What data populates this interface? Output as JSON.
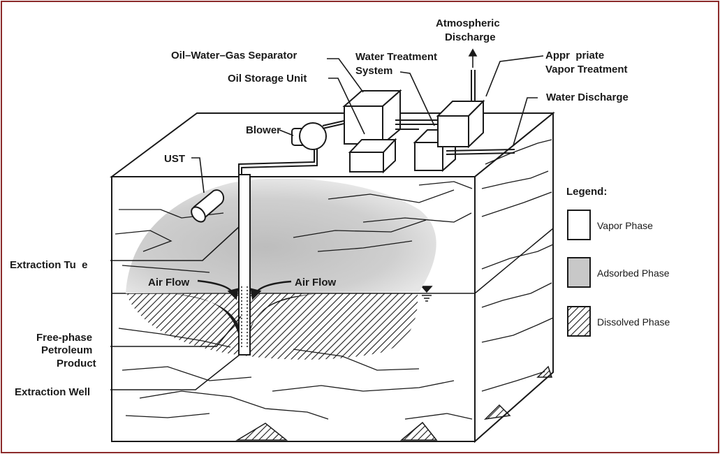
{
  "labels": {
    "atmospheric_1": "Atmospheric",
    "atmospheric_2": "Discharge",
    "separator": "Oil–Water–Gas Separator",
    "water_treatment_1": "Water Treatment",
    "water_treatment_2": "System",
    "vapor_treatment_1": "Appr  priate",
    "vapor_treatment_2": "Vapor Treatment",
    "oil_storage": "Oil Storage Unit",
    "water_discharge": "Water Discharge",
    "blower": "Blower",
    "ust": "UST",
    "extraction_tube": "Extraction Tu  e",
    "air_flow_left": "Air Flow",
    "air_flow_right": "Air Flow",
    "free_phase_1": "Free-phase",
    "free_phase_2": "Petroleum",
    "free_phase_3": "Product",
    "extraction_well": "Extraction Well"
  },
  "legend": {
    "title": "Legend:",
    "items": [
      {
        "label": "Vapor Phase",
        "pattern": "plain"
      },
      {
        "label": "Adsorbed Phase",
        "pattern": "gray"
      },
      {
        "label": "Dissolved Phase",
        "pattern": "hatch"
      }
    ]
  },
  "colors": {
    "frame": "#8b2a2a",
    "ink": "#1a1a1a",
    "adsorbed": "#c8c8c8"
  }
}
